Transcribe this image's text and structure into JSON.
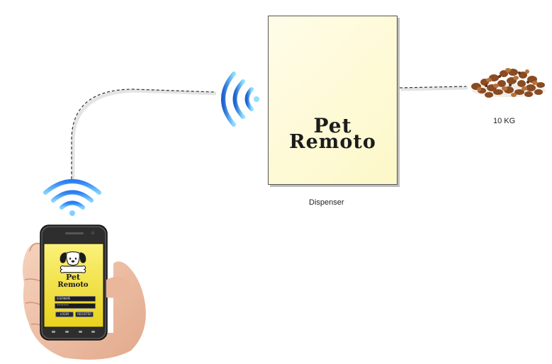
{
  "labels": {
    "dispenser": "Dispenser",
    "food_weight": "10 KG"
  },
  "brand": {
    "line1": "Pet",
    "line2": "Remoto"
  },
  "phone_app": {
    "brand_line1": "Pet",
    "brand_line2": "Remoto",
    "username_field": "USERNAME",
    "password_field": "*******",
    "login_button": "LOGIN",
    "register_button": "REGISTER"
  },
  "colors": {
    "dispenser_bg": "#fdf9d0",
    "phone_screen": "#f5e63a",
    "wifi_blue": "#1e6fd8",
    "connector_dash": "#333333"
  },
  "icons": {
    "phone_wifi": "wifi-icon",
    "dispenser_wifi": "wifi-icon",
    "logo": "dog-logo-icon",
    "food": "dog-food-kibble-icon",
    "device": "smartphone-in-hand-icon"
  }
}
